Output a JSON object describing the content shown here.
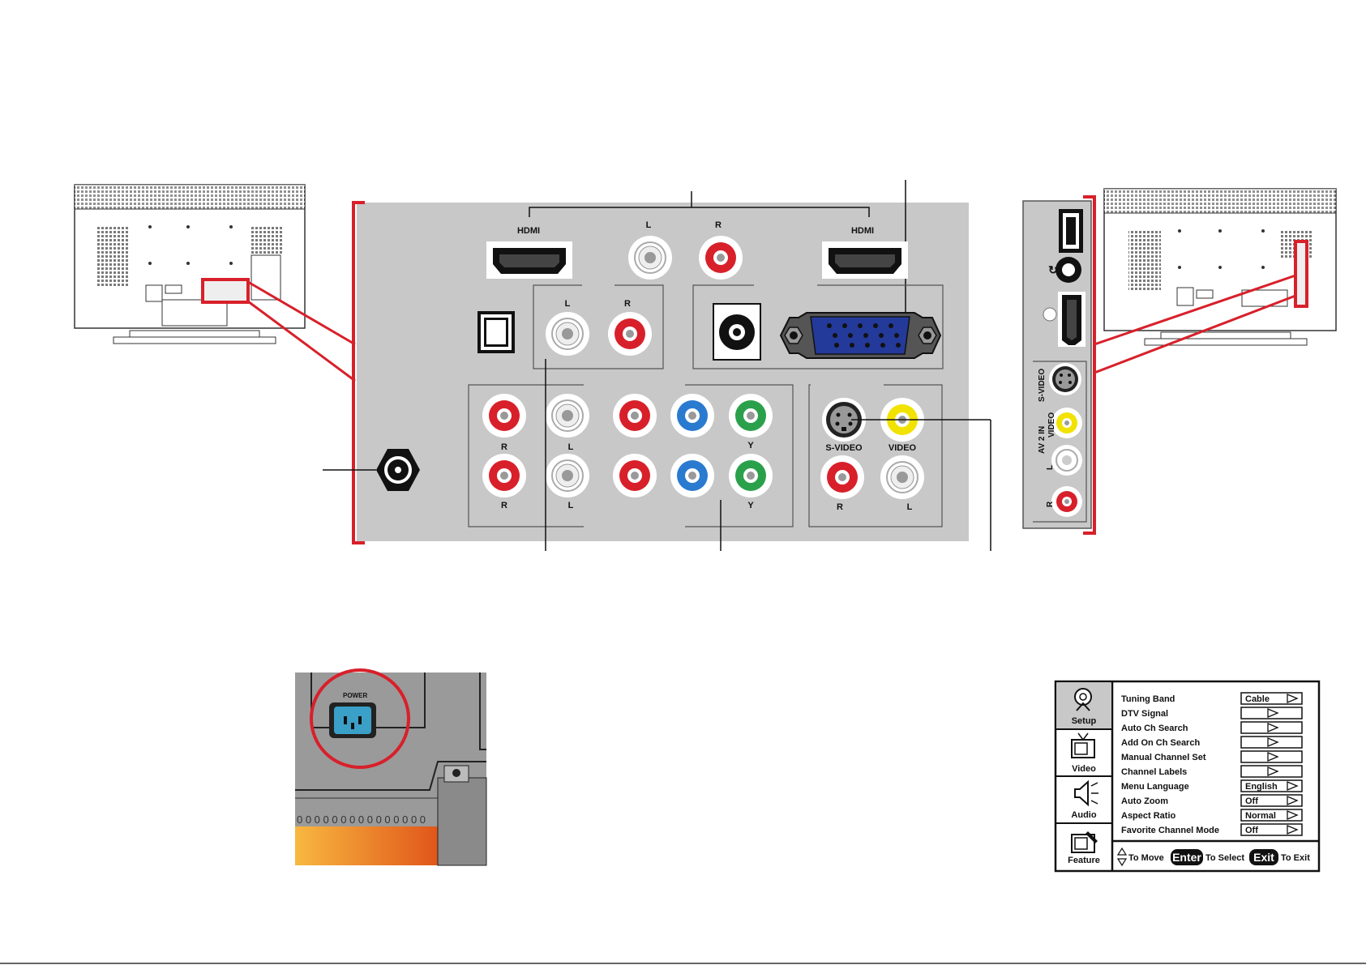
{
  "panel": {
    "hdmi_left": "HDMI",
    "hdmi_right": "HDMI",
    "pc_audio_l": "L",
    "pc_audio_r": "R",
    "audio_out_l": "L",
    "audio_out_r": "R",
    "av_r_top": "R",
    "av_l_top": "L",
    "av_r_bottom": "R",
    "av_l_bottom": "L",
    "comp_y_top": "Y",
    "comp_y_bottom": "Y",
    "svideo": "S-VIDEO",
    "video": "VIDEO",
    "av1_r": "R",
    "av1_l": "L"
  },
  "side_panel": {
    "svideo": "S-VIDEO",
    "av2_in": "AV 2 IN",
    "video": "VIDEO",
    "l": "L",
    "r": "R"
  },
  "power": {
    "label": "POWER"
  },
  "menu": {
    "tabs": [
      {
        "label": "Setup",
        "icon": "satellite-dish-icon"
      },
      {
        "label": "Video",
        "icon": "tv-icon"
      },
      {
        "label": "Audio",
        "icon": "speaker-icon"
      },
      {
        "label": "Feature",
        "icon": "tv-wrench-icon"
      }
    ],
    "items": [
      {
        "label": "Tuning Band",
        "value": "Cable"
      },
      {
        "label": "DTV Signal",
        "value": ""
      },
      {
        "label": "Auto Ch Search",
        "value": ""
      },
      {
        "label": "Add On Ch Search",
        "value": ""
      },
      {
        "label": "Manual Channel Set",
        "value": ""
      },
      {
        "label": "Channel Labels",
        "value": ""
      },
      {
        "label": "Menu Language",
        "value": "English"
      },
      {
        "label": "Auto Zoom",
        "value": "Off"
      },
      {
        "label": "Aspect Ratio",
        "value": "Normal"
      },
      {
        "label": "Favorite Channel Mode",
        "value": "Off"
      }
    ],
    "footer": {
      "move": "To Move",
      "enter_key": "Enter",
      "select": "To Select",
      "exit_key": "Exit",
      "exit": "To Exit"
    }
  },
  "colors": {
    "accent_red": "#d8202a",
    "panel_gray": "#c8c8c8",
    "vga_blue": "#243a9a",
    "component_blue": "#2a7ad0",
    "component_green": "#2aa04a",
    "video_yellow": "#f2e200",
    "power_teal": "#3aa0c8"
  }
}
